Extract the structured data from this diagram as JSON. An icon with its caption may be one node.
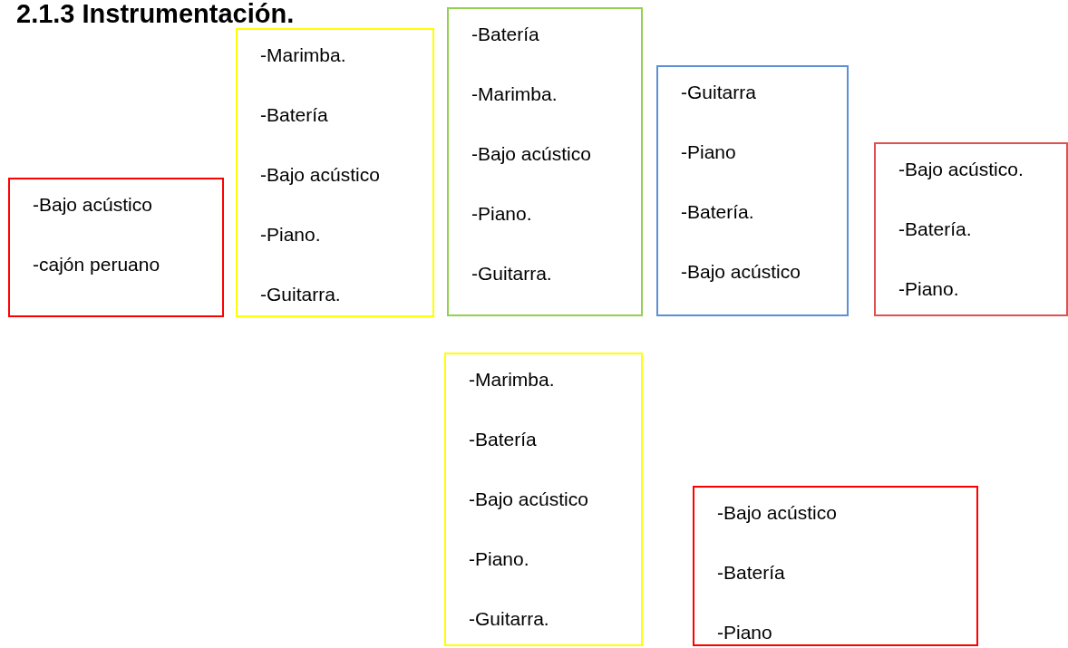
{
  "diagram": {
    "title": "2.1.3 Instrumentación.",
    "nodes": [
      {
        "text": [
          "-Bajo acústico",
          "-cajón peruano"
        ]
      },
      {
        "text": [
          "-Marimba.",
          "-Batería",
          "-Bajo acústico",
          "-Piano.",
          "-Guitarra."
        ]
      },
      {
        "text": [
          "-Batería",
          "-Marimba.",
          "-Bajo acústico",
          "-Piano.",
          "-Guitarra."
        ]
      },
      {
        "text": [
          "-Guitarra",
          "-Piano",
          "-Batería.",
          "-Bajo acústico"
        ]
      },
      {
        "text": [
          "-Bajo acústico.",
          "-Batería.",
          "-Piano."
        ]
      },
      {
        "text": [
          "-Marimba.",
          "-Batería",
          "-Bajo acústico",
          "-Piano.",
          "-Guitarra."
        ]
      },
      {
        "text": [
          "-Bajo acústico",
          "-Batería",
          "-Piano"
        ]
      }
    ]
  }
}
